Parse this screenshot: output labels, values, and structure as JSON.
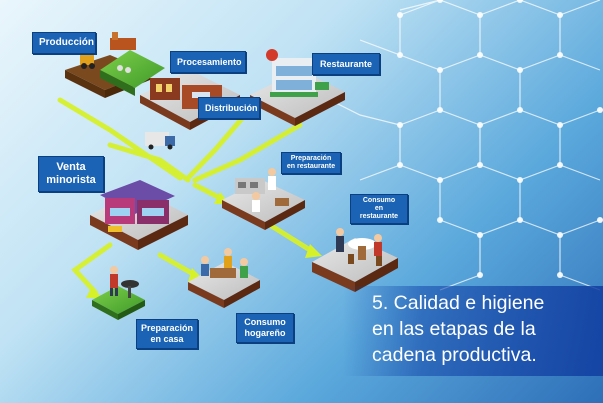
{
  "labels": {
    "produccion": "Producción",
    "procesamiento": "Procesamiento",
    "restaurante": "Restaurante",
    "distribucion": "Distribución",
    "venta_line1": "Venta",
    "venta_line2": "minorista",
    "prep_rest_line1": "Preparación",
    "prep_rest_line2": "en restaurante",
    "consumo_rest_line1": "Consumo",
    "consumo_rest_line2": "en restaurante",
    "prep_casa_line1": "Preparación",
    "prep_casa_line2": "en casa",
    "consumo_hog_line1": "Consumo",
    "consumo_hog_line2": "hogareño"
  },
  "caption": {
    "line1": "5. Calidad e higiene",
    "line2": "en las etapas de la",
    "line3": "cadena productiva."
  },
  "colors": {
    "label_bg": "#1b63b4",
    "arrow": "#d6f02a",
    "tile_top": "#d9d9d9",
    "tile_side": "#7a3a1e"
  }
}
